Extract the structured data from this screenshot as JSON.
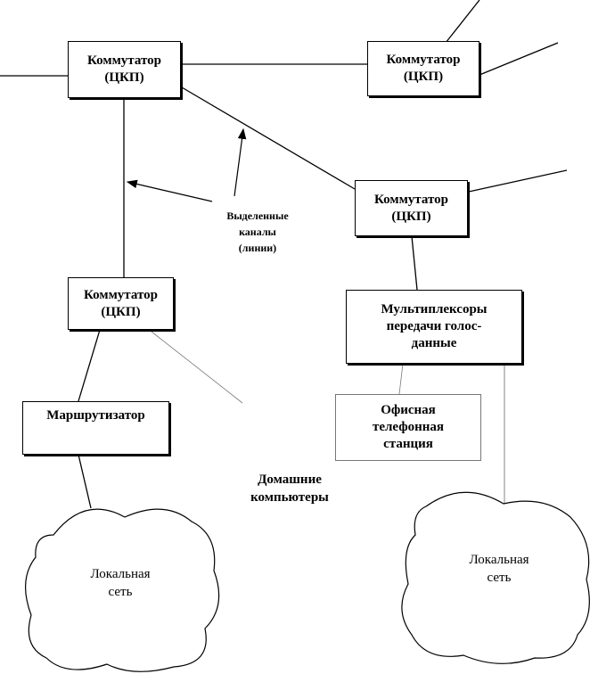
{
  "switches": [
    {
      "line1": "Коммутатор",
      "line2": "(ЦКП)"
    },
    {
      "line1": "Коммутатор",
      "line2": "(ЦКП)"
    },
    {
      "line1": "Коммутатор",
      "line2": "(ЦКП)"
    },
    {
      "line1": "Коммутатор",
      "line2": "(ЦКП)"
    }
  ],
  "router": "Маршрутизатор",
  "multiplexers": {
    "line1": "Мультиплексоры",
    "line2": "передачи голос-",
    "line3": "данные"
  },
  "office_exchange": {
    "line1": "Офисная",
    "line2": "телефонная",
    "line3": "станция"
  },
  "dedicated_channels": {
    "line1": "Выделенные",
    "line2": "каналы",
    "line3": "(линии)"
  },
  "home_computers": {
    "line1": "Домашние",
    "line2": "компьютеры"
  },
  "lan_left": {
    "line1": "Локальная",
    "line2": "сеть"
  },
  "lan_right": {
    "line1": "Локальная",
    "line2": "сеть"
  }
}
